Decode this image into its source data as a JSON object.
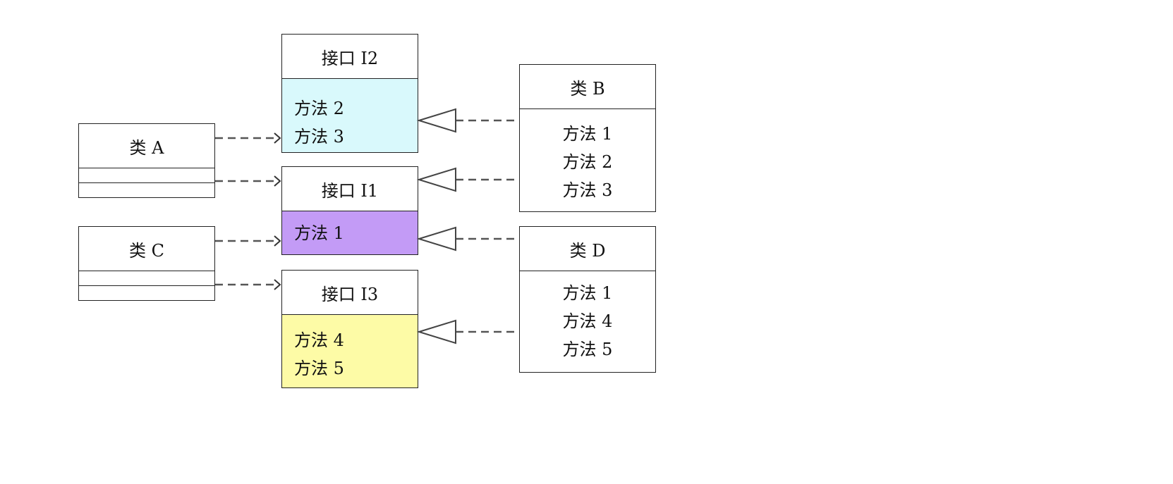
{
  "interfaces": {
    "i2": {
      "title": "接口 I2",
      "methods": [
        "方法 2",
        "方法 3"
      ],
      "fill": "#d9f9fc"
    },
    "i1": {
      "title": "接口 I1",
      "methods": [
        "方法 1"
      ],
      "fill": "#c39bf6"
    },
    "i3": {
      "title": "接口 I3",
      "methods": [
        "方法 4",
        "方法 5"
      ],
      "fill": "#fdfba6"
    }
  },
  "classes": {
    "a": {
      "title": "类 A"
    },
    "c": {
      "title": "类 C"
    },
    "b": {
      "title": "类 B",
      "methods": [
        "方法 1",
        "方法 2",
        "方法 3"
      ]
    },
    "d": {
      "title": "类 D",
      "methods": [
        "方法 1",
        "方法 4",
        "方法 5"
      ]
    }
  },
  "relations": {
    "dependencies": [
      {
        "from": "类 A",
        "to": "接口 I2"
      },
      {
        "from": "类 A",
        "to": "接口 I1"
      },
      {
        "from": "类 C",
        "to": "接口 I1"
      },
      {
        "from": "类 C",
        "to": "接口 I3"
      }
    ],
    "realizations": [
      {
        "from": "类 B",
        "to": "接口 I2"
      },
      {
        "from": "类 B",
        "to": "接口 I1"
      },
      {
        "from": "类 D",
        "to": "接口 I1"
      },
      {
        "from": "类 D",
        "to": "接口 I3"
      }
    ]
  },
  "colors": {
    "stroke": "#222222",
    "dash": "#555555"
  }
}
